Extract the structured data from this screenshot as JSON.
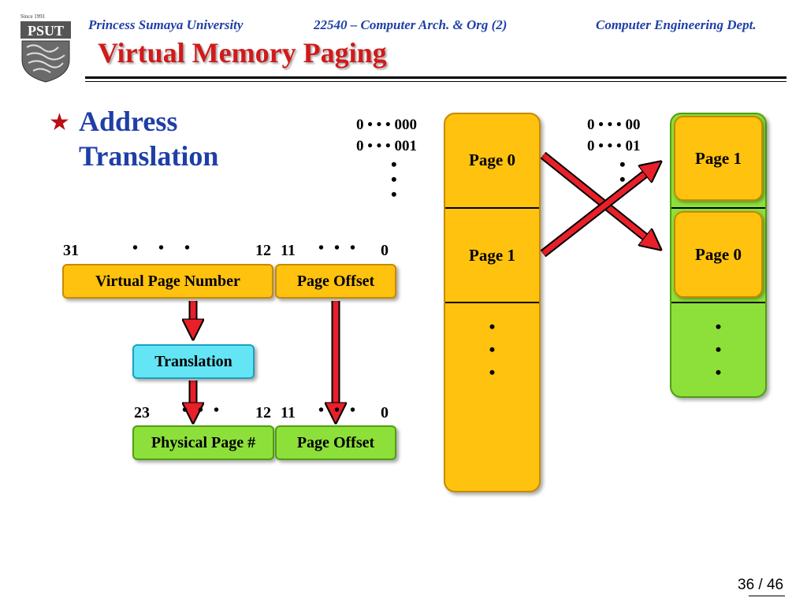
{
  "header": {
    "logo_text": "PSUT",
    "logo_since": "Since 1991",
    "university": "Princess Sumaya University",
    "course": "22540 – Computer Arch. & Org (2)",
    "department": "Computer Engineering Dept.",
    "title": "Virtual Memory Paging"
  },
  "bullet": {
    "text": "Address Translation"
  },
  "virtual_address": {
    "bit_high": "31",
    "bit_split_high": "12",
    "bit_split_low": "11",
    "bit_low": "0",
    "vpn_label": "Virtual Page Number",
    "offset_label": "Page Offset"
  },
  "translation_label": "Translation",
  "physical_address": {
    "bit_high": "23",
    "bit_split_high": "12",
    "bit_split_low": "11",
    "bit_low": "0",
    "ppn_label": "Physical Page #",
    "offset_label": "Page Offset"
  },
  "virtual_memory": {
    "addr_0": "0 • • • 000",
    "addr_1": "0 • • • 001",
    "pages": [
      "Page 0",
      "Page 1"
    ]
  },
  "physical_memory": {
    "addr_0": "0 • • • 00",
    "addr_1": "0 • • • 01",
    "frames": [
      "Page 1",
      "Page 0"
    ]
  },
  "colors": {
    "virtual": "#ffc20e",
    "physical": "#8de03a",
    "translation": "#63e5f5",
    "arrow": "#e8202a",
    "title": "#d11a1a",
    "header": "#1f3fa6"
  },
  "slide": {
    "number": "36 / 46"
  }
}
